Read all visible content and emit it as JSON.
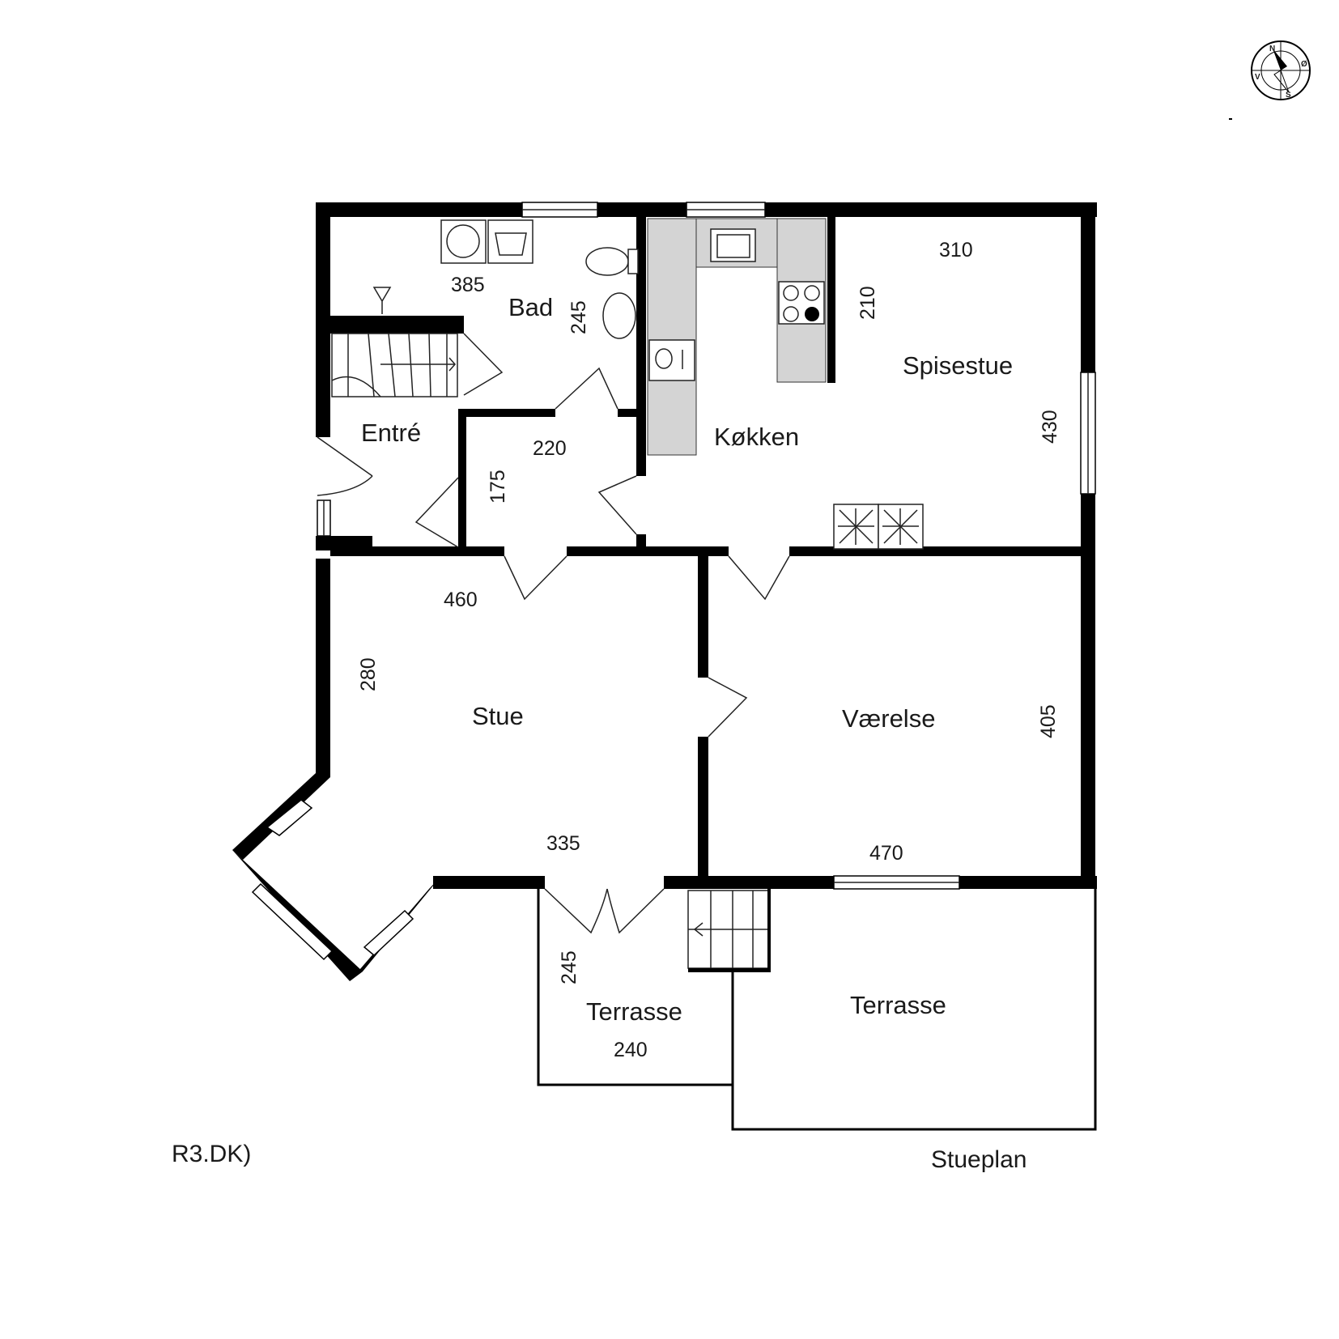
{
  "plan_title": "Stueplan",
  "watermark": "R3.DK)",
  "compass": {
    "n": "N",
    "s": "S",
    "o": "Ø",
    "v": "V"
  },
  "rooms": {
    "bad": "Bad",
    "entre": "Entré",
    "kokken": "Køkken",
    "spisestue": "Spisestue",
    "stue": "Stue",
    "vaerelse": "Værelse",
    "terrasse_left": "Terrasse",
    "terrasse_right": "Terrasse"
  },
  "dimensions": {
    "bad_w": "385",
    "bad_h": "245",
    "hall_w": "220",
    "hall_h": "175",
    "spisestue_w": "310",
    "kitchen_h": "210",
    "spisestue_h": "430",
    "stue_w_top": "460",
    "stue_h": "280",
    "stue_w_bottom": "335",
    "vaerelse_h": "405",
    "vaerelse_w": "470",
    "terrasse_h": "245",
    "terrasse_w": "240"
  }
}
